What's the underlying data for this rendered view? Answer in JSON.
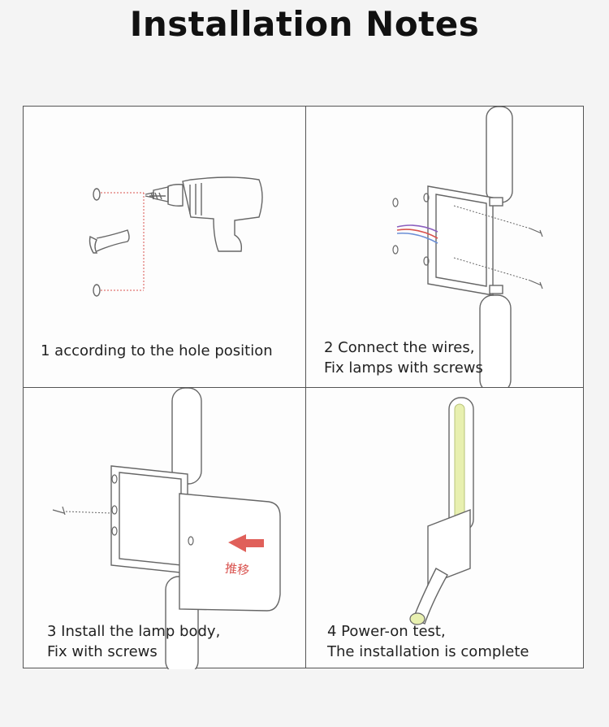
{
  "title": "Installation Notes",
  "steps": [
    {
      "line1": "1 according to the hole position",
      "line2": ""
    },
    {
      "line1": "2 Connect the wires,",
      "line2": "Fix lamps with screws"
    },
    {
      "line1": "3 Install the lamp body,",
      "line2": "Fix with screws"
    },
    {
      "line1": "4 Power-on test,",
      "line2": "The installation is complete"
    }
  ],
  "panel3_label": "推移",
  "colors": {
    "line": "#555555",
    "dotted_red": "#d9534f",
    "wire_purple": "#8b5fbf",
    "led": "#e8f0b0"
  }
}
